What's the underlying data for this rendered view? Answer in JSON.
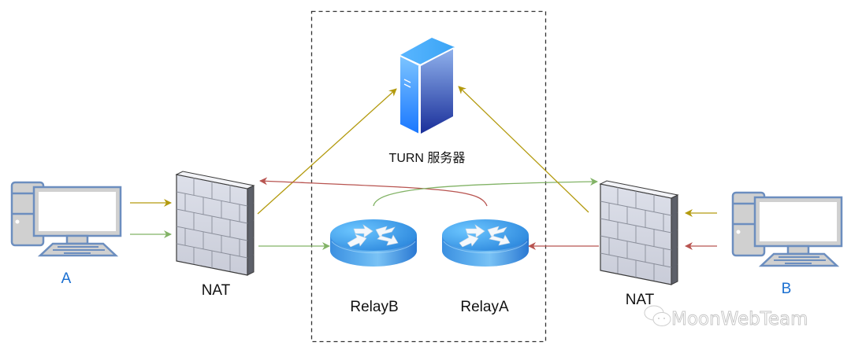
{
  "title": "TURN relay diagram",
  "labels": {
    "client_a": "A",
    "client_b": "B",
    "nat_left": "NAT",
    "nat_right": "NAT",
    "turn_server": "TURN 服务器",
    "relay_b": "RelayB",
    "relay_a": "RelayA",
    "watermark": "MoonWebTeam"
  },
  "icons": {
    "client_a": "desktop-computer-icon",
    "client_b": "desktop-computer-icon",
    "nat_left": "firewall-icon",
    "nat_right": "firewall-icon",
    "turn_server": "server-tower-icon",
    "relay_b": "router-icon",
    "relay_a": "router-icon",
    "watermark": "wechat-icon"
  },
  "colors": {
    "client_label": "#1a6fd1",
    "text": "#111111",
    "allocation_arrow": "#b39a0e",
    "a_to_b_arrow": "#82b366",
    "b_to_a_arrow": "#b85450",
    "boundary": "#333333"
  },
  "connections": [
    {
      "from": "A",
      "to": "NAT (left)",
      "flow": "allocation",
      "color_key": "allocation_arrow"
    },
    {
      "from": "A",
      "to": "NAT (left)",
      "flow": "A→B data",
      "color_key": "a_to_b_arrow"
    },
    {
      "from": "NAT (left)",
      "to": "TURN 服务器",
      "flow": "allocation",
      "color_key": "allocation_arrow"
    },
    {
      "from": "NAT (left)",
      "to": "RelayB",
      "flow": "A→B data",
      "color_key": "a_to_b_arrow"
    },
    {
      "from": "RelayB",
      "to": "NAT (right)",
      "flow": "A→B data",
      "color_key": "a_to_b_arrow"
    },
    {
      "from": "B",
      "to": "NAT (right)",
      "flow": "allocation",
      "color_key": "allocation_arrow"
    },
    {
      "from": "B",
      "to": "NAT (right)",
      "flow": "B→A data",
      "color_key": "b_to_a_arrow"
    },
    {
      "from": "NAT (right)",
      "to": "TURN 服务器",
      "flow": "allocation",
      "color_key": "allocation_arrow"
    },
    {
      "from": "NAT (right)",
      "to": "RelayA",
      "flow": "B→A data",
      "color_key": "b_to_a_arrow"
    },
    {
      "from": "RelayA",
      "to": "NAT (left)",
      "flow": "B→A data",
      "color_key": "b_to_a_arrow"
    }
  ]
}
